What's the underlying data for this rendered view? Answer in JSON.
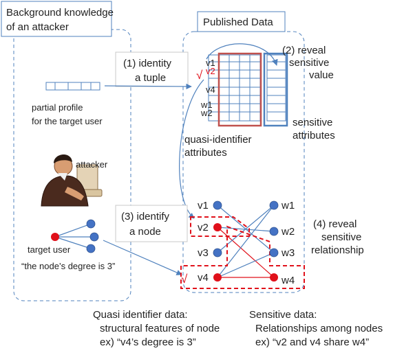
{
  "attacker_panel": {
    "title_line1": "Background knowledge",
    "title_line2": "of an attacker",
    "profile_line1": "partial profile",
    "profile_line2": "for the target user",
    "attacker_label": "attacker",
    "target_label": "target user",
    "degree_quote": "“the node’s degree is 3”"
  },
  "published_panel": {
    "title": "Published Data",
    "step1_line1": "(1) identity",
    "step1_line2": "a tuple",
    "step2_line1": "(2) reveal",
    "step2_line2": "sensitive",
    "step2_line3": "value",
    "row_labels": [
      "v1",
      "v2",
      "",
      "v4",
      "w1",
      "w2"
    ],
    "check_mark": "√",
    "sensitive_attr_line1": "sensitive",
    "sensitive_attr_line2": "attributes",
    "qi_attr_line1": "quasi-identifier",
    "qi_attr_line2": "attributes",
    "step3_line1": "(3) identify",
    "step3_line2": "a node",
    "step4_line1": "(4) reveal",
    "step4_line2": "sensitive",
    "step4_line3": "relationship",
    "graph_left_nodes": [
      "v1",
      "v2",
      "v3",
      "v4"
    ],
    "graph_right_nodes": [
      "w1",
      "w2",
      "w3",
      "w4"
    ]
  },
  "footer": {
    "qi_line1": "Quasi identifier data:",
    "qi_line2": "structural features of node",
    "qi_line3": "ex) “v4’s degree is 3”",
    "sens_line1": "Sensitive data:",
    "sens_line2": "Relationships among nodes",
    "sens_line3": "ex) “v2 and v4 share w4”"
  },
  "colors": {
    "frame_blue": "#4f81bd",
    "node_blue": "#4472c4",
    "red": "#e0101a",
    "dark_red": "#c0504d",
    "callout_border": "#c8c8c8"
  }
}
